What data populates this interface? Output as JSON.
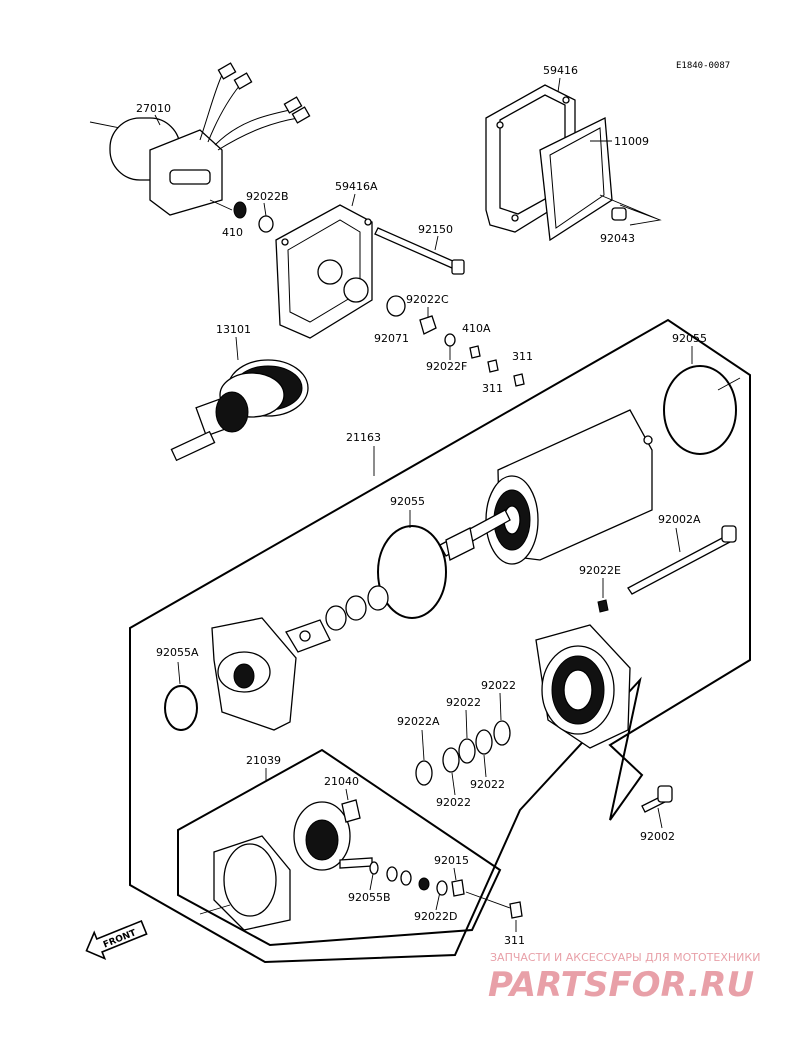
{
  "diagram_code": "E1840-0087",
  "labels": {
    "p27010": "27010",
    "p59416": "59416",
    "p11009": "11009",
    "p92043": "92043",
    "p59416A": "59416A",
    "p92022B": "92022B",
    "p410": "410",
    "p92150": "92150",
    "p92022C": "92022C",
    "p92071": "92071",
    "p410A": "410A",
    "p92022F": "92022F",
    "p311a": "311",
    "p311b": "311",
    "p13101": "13101",
    "p92055a": "92055",
    "p21163": "21163",
    "p92055b": "92055",
    "p92002A": "92002A",
    "p92022E": "92022E",
    "p92055A": "92055A",
    "p92022a": "92022",
    "p92022b": "92022",
    "p92022A": "92022A",
    "p92022c": "92022",
    "p92022d": "92022",
    "p21039": "21039",
    "p21040": "21040",
    "p92015": "92015",
    "p92055B": "92055B",
    "p92022D": "92022D",
    "p92002": "92002",
    "p311c": "311"
  },
  "front_label": "FRONT",
  "watermark": {
    "tagline": "ЗАПЧАСТИ И АКСЕССУАРЫ ДЛЯ МОТОТЕХНИКИ",
    "brand": "PARTSFOR.RU"
  }
}
